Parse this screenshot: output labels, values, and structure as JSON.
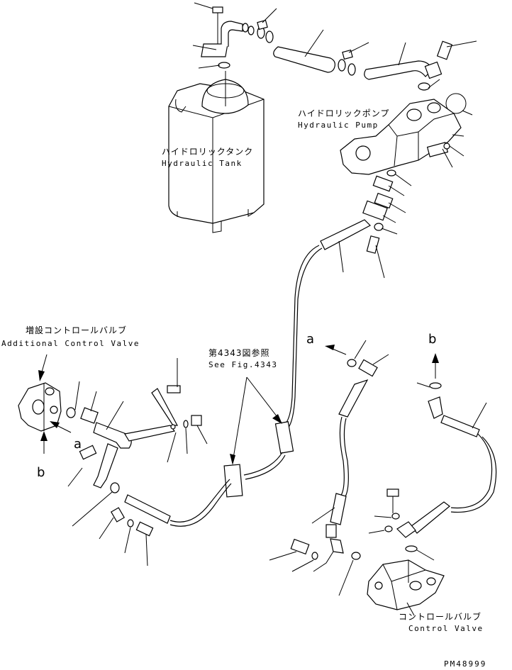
{
  "labels": {
    "hydraulic_tank_jp": "ハイドロリックタンク",
    "hydraulic_tank_en": "Hydraulic Tank",
    "hydraulic_pump_jp": "ハイドロリックポンプ",
    "hydraulic_pump_en": "Hydraulic Pump",
    "additional_valve_jp": "増設コントロールバルブ",
    "additional_valve_en": "Additional Control Valve",
    "see_fig_jp": "第4343図参照",
    "see_fig_en": "See Fig.4343",
    "control_valve_jp": "コントロールバルブ",
    "control_valve_en": "Control Valve",
    "marker_a_1": "a",
    "marker_b_1": "b",
    "marker_a_2": "a",
    "marker_b_2": "b",
    "drawing_code": "PM48999"
  }
}
